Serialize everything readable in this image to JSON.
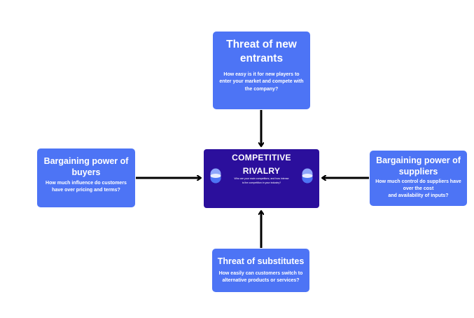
{
  "colors": {
    "box": "#4d74f5",
    "center": "#2b0f9c",
    "arrow": "#000000",
    "text": "#ffffff"
  },
  "top": {
    "title": "Threat of new\nentrants",
    "description": "How easy is it for new players to\nenter your market and compete with\nthe company?"
  },
  "left": {
    "title": "Bargaining power of\nbuyers",
    "description": "How much influence do customers\nhave over pricing and terms?"
  },
  "right": {
    "title": "Bargaining power of\nsuppliers",
    "description": "How much control do suppliers have\nover the cost\nand availability of inputs?"
  },
  "bottom": {
    "title": "Threat of substitutes",
    "description": "How easily can customers switch to\nalternative products or services?"
  },
  "center": {
    "title": "COMPETITIVE\nRIVALRY",
    "description": "Who are your main competitors, and how intense\nis the competition in your industry?",
    "icon": "pill-icon"
  }
}
